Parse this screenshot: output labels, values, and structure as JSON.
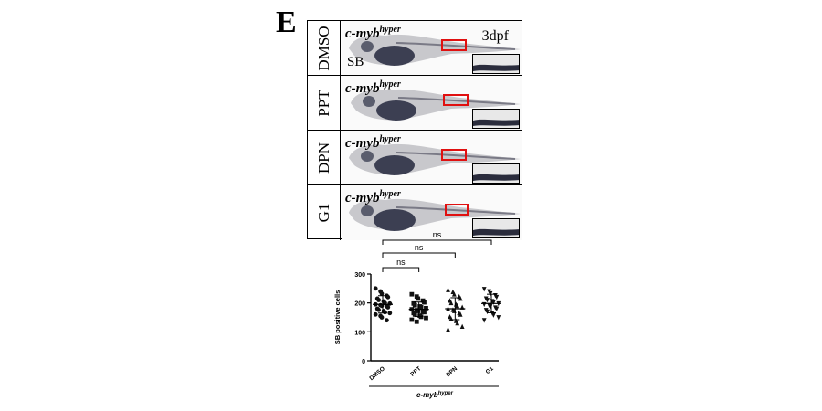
{
  "figure": {
    "panel_letter": "E",
    "stage": "3dpf",
    "stain": "SB",
    "genotype": {
      "base": "c-myb",
      "superscript": "hyper"
    },
    "rows": [
      {
        "label": "DMSO"
      },
      {
        "label": "PPT"
      },
      {
        "label": "DPN"
      },
      {
        "label": "G1"
      }
    ]
  },
  "chart_data": {
    "type": "scatter",
    "ylabel": "SB positive cells",
    "ylim": [
      0,
      300
    ],
    "yticks": [
      0,
      100,
      200,
      300
    ],
    "categories": [
      "DMSO",
      "PPT",
      "DPN",
      "G1"
    ],
    "xlabel": {
      "base": "c-myb",
      "superscript": "hyper"
    },
    "series": [
      {
        "category": "DMSO",
        "marker": "circle",
        "mean": 195,
        "sd": 30,
        "values": [
          250,
          240,
          232,
          225,
          220,
          215,
          210,
          205,
          200,
          198,
          195,
          192,
          190,
          188,
          185,
          180,
          176,
          172,
          168,
          165,
          160,
          155,
          150,
          140
        ]
      },
      {
        "category": "PPT",
        "marker": "square",
        "mean": 178,
        "sd": 25,
        "values": [
          230,
          222,
          215,
          208,
          202,
          198,
          192,
          188,
          185,
          182,
          178,
          175,
          172,
          170,
          168,
          165,
          160,
          156,
          152,
          148,
          142,
          135
        ]
      },
      {
        "category": "DPN",
        "marker": "triangle-up",
        "mean": 180,
        "sd": 38,
        "values": [
          245,
          238,
          230,
          222,
          215,
          208,
          200,
          195,
          190,
          185,
          180,
          176,
          172,
          165,
          160,
          152,
          145,
          138,
          130,
          118,
          108
        ]
      },
      {
        "category": "G1",
        "marker": "triangle-down",
        "mean": 198,
        "sd": 32,
        "values": [
          248,
          240,
          233,
          226,
          220,
          215,
          210,
          206,
          202,
          198,
          195,
          192,
          188,
          184,
          180,
          175,
          170,
          165,
          158,
          150,
          140
        ]
      }
    ],
    "comparisons": [
      {
        "from": "DMSO",
        "to": "PPT",
        "label": "ns"
      },
      {
        "from": "DMSO",
        "to": "DPN",
        "label": "ns"
      },
      {
        "from": "DMSO",
        "to": "G1",
        "label": "ns"
      }
    ]
  }
}
